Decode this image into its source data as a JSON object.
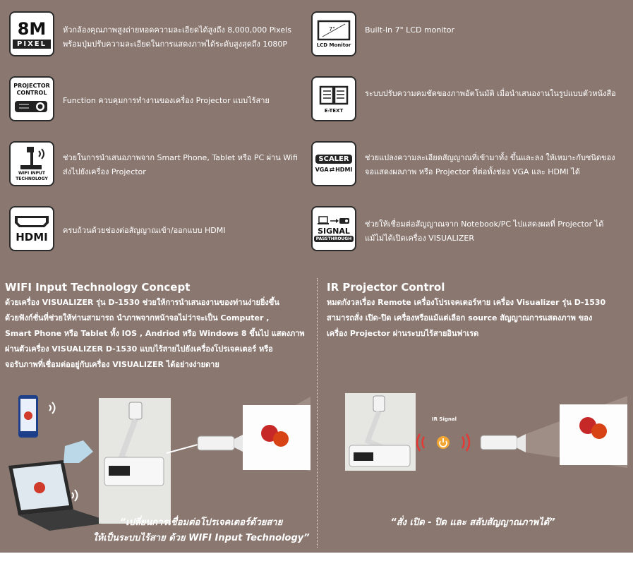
{
  "features_left": [
    {
      "icon_name": "8m-pixel-icon",
      "icon_text": [
        "8M",
        "PIXEL"
      ],
      "text": [
        "หัวกล้องคุณภาพสูงถ่ายทอดความละเอียดได้สูงถึง 8,000,000 Pixels",
        "พร้อมปุ่มปรับความละเอียดในการแสดงภาพได้ระดับสูงสุดถึง 1080P"
      ]
    },
    {
      "icon_name": "projector-control-icon",
      "icon_text": [
        "PROJECTOR",
        "CONTROL"
      ],
      "text": [
        "Function ควบคุมการทำงานของเครื่อง Projector แบบไร้สาย"
      ]
    },
    {
      "icon_name": "wifi-input-icon",
      "icon_text": [
        "WIFI INPUT",
        "TECHNOLOGY"
      ],
      "text": [
        "ช่วยในการนำเสนอภาพจาก Smart Phone, Tablet หรือ PC ผ่าน Wifi",
        "ส่งไปยังเครื่อง Projector"
      ]
    },
    {
      "icon_name": "hdmi-icon",
      "icon_text": [
        "HDMI"
      ],
      "text": [
        "ครบถ้วนด้วยช่องต่อสัญญาณเข้า/ออกแบบ HDMI"
      ]
    }
  ],
  "features_right": [
    {
      "icon_name": "lcd-monitor-icon",
      "icon_text": [
        "7\"",
        "LCD Monitor"
      ],
      "text": [
        "Built-In 7\" LCD monitor"
      ]
    },
    {
      "icon_name": "e-text-icon",
      "icon_text": [
        "E-TEXT"
      ],
      "text": [
        "ระบบปรับความคมชัดของภาพอัตโนมัติ เมื่อนำเสนองานในรูปแบบตัวหนังสือ"
      ]
    },
    {
      "icon_name": "scaler-icon",
      "icon_text": [
        "SCALER",
        "VGA",
        "HDMI"
      ],
      "text": [
        "ช่วยแปลงความละเอียดสัญญาณที่เข้ามาทั้ง ขึ้นและลง  ให้เหมาะกับชนิดของ",
        "จอแสดงผลภาพ หรือ Projector ที่ต่อทั้งช่อง VGA และ HDMI ได้"
      ]
    },
    {
      "icon_name": "signal-passthrough-icon",
      "icon_text": [
        "SIGNAL",
        "PASSTHROUGH"
      ],
      "text": [
        "ช่วยให้เชื่อมต่อสัญญาณจาก Notebook/PC ไปแสดงผลที่ Projector ได้",
        "แม้ไม่ได้เปิดเครื่อง VISUALIZER"
      ]
    }
  ],
  "wifi_section": {
    "title": "WIFI Input Technology Concept",
    "body": [
      "ด้วยเครื่อง VISUALIZER รุ่น D-1530 ช่วยให้การนำเสนองานของท่านง่ายยิ่งขึ้น",
      "ด้วยฟังก์ชั่นที่ช่วยให้ท่านสามารถ นำภาพจากหน้าจอไม่ว่าจะเป็น Computer ,",
      "Smart Phone หรือ Tablet ทั้ง IOS , Andriod หรือ Windows 8 ขึ้นไป แสดงภาพ",
      "ผ่านตัวเครื่อง VISUALIZER D-1530 แบบไร้สายไปยังเครื่องโปรเจคเตอร์ หรือ",
      "จอรับภาพที่เชื่อมต่ออยู่กับเครื่อง VISUALIZER ได้อย่างง่ายดาย"
    ],
    "caption": [
      "“เปลี่ยนการเชื่อมต่อโปรเจคเตอร์ด้วยสาย",
      "ให้เป็นระบบไร้สาย ด้วย WIFI Input Technology”"
    ]
  },
  "ir_section": {
    "title": "IR Projector Control",
    "body": [
      "หมดกังวลเรื่อง Remote เครื่องโปรเจคเตอร์หาย เครื่อง Visualizer รุ่น D-1530",
      "สามารถสั่ง เปิด-ปิด เครื่องหรือแม้แต่เลือก source สัญญาณการแสดงภาพ ของ",
      "เครื่อง Projector ผ่านระบบไร้สายอินฟาเรด"
    ],
    "signal_label": "IR Signal",
    "caption": [
      "“สั่ง เปิด - ปิด และ สลับสัญญาณภาพได้”"
    ]
  },
  "colors": {
    "panel_bg": "#8a7770",
    "text": "#ffffff",
    "ir_button": "#f2a531",
    "ir_waves": "#e53935"
  }
}
